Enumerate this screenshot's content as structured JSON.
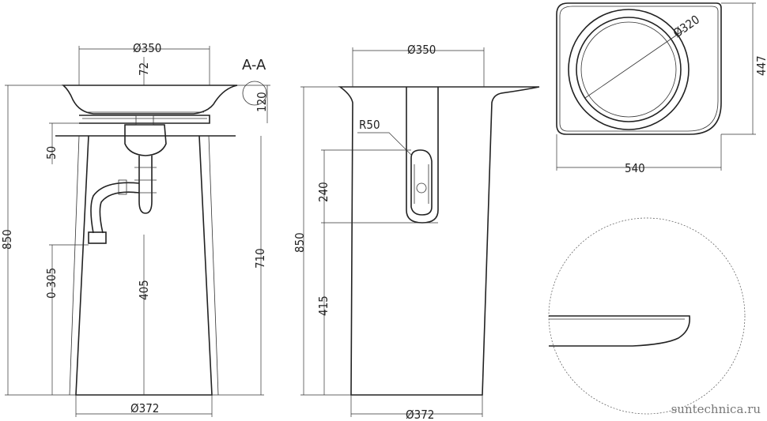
{
  "section_label": "A-A",
  "front_view": {
    "top_width": "Ø350",
    "bowl_depth": "72",
    "rim_height": "120",
    "drain_height": "50",
    "total_height": "850",
    "outlet_range": "0-305",
    "siphon_height": "405",
    "base_height": "710",
    "base_width": "Ø372"
  },
  "side_view": {
    "top_width": "Ø350",
    "radius": "R50",
    "cutout_height": "240",
    "total_height": "850",
    "cutout_bottom_height": "415",
    "base_width": "Ø372"
  },
  "top_view": {
    "bowl_diameter": "Ø320",
    "width": "540",
    "depth": "447"
  },
  "watermark": "suntechnica.ru"
}
